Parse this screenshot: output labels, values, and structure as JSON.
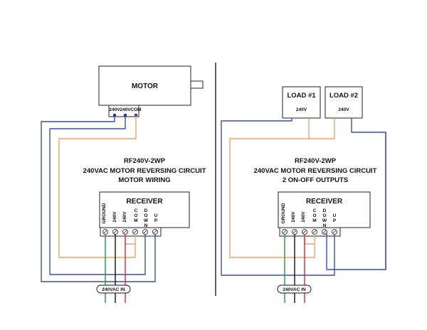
{
  "colors": {
    "blue": "#3a4fb5",
    "orange": "#f0a268",
    "green": "#1d9a3c",
    "black": "#111111",
    "red": "#d62b2b",
    "divider": "#111111"
  },
  "left": {
    "motor_label": "MOTOR",
    "motor_terminals": [
      "240V",
      "240V",
      "COM"
    ],
    "title_lines": [
      "RF240V-2WP",
      "240VAC MOTOR REVERSING CIRCUIT",
      "MOTOR WIRING"
    ],
    "receiver_label": "RECEIVER",
    "receiver_terminals": [
      "GROUND",
      "240V",
      "240V",
      "COM",
      "DOWN",
      "UP"
    ],
    "input_label": "240VAC IN"
  },
  "right": {
    "loads": [
      {
        "label": "LOAD #1",
        "terminal": "240V"
      },
      {
        "label": "LOAD #2",
        "terminal": "240V"
      }
    ],
    "title_lines": [
      "RF240V-2WP",
      "240VAC MOTOR REVERSING CIRCUIT",
      "2 ON-OFF OUTPUTS"
    ],
    "receiver_label": "RECEIVER",
    "receiver_terminals": [
      "GROUND",
      "240V",
      "240V",
      "COM",
      "DOWN",
      "UP"
    ],
    "input_label": "240VAC IN"
  }
}
